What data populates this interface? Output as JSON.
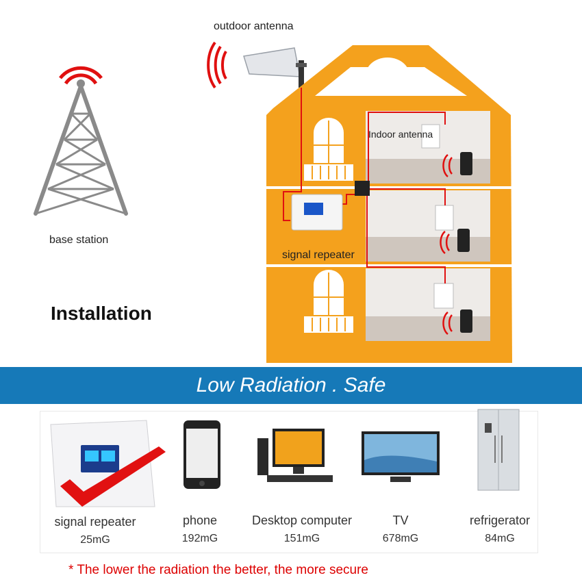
{
  "labels": {
    "outdoor_antenna": "outdoor antenna",
    "base_station": "base station",
    "installation": "Installation",
    "indoor_antenna": "Indoor antenna",
    "signal_repeater": "signal repeater"
  },
  "banner": {
    "text": "Low Radiation . Safe",
    "color": "#1679b8"
  },
  "products": [
    {
      "name": "signal repeater",
      "value": "25mG",
      "icon": "signal-repeater-icon"
    },
    {
      "name": "phone",
      "value": "192mG",
      "icon": "phone-icon"
    },
    {
      "name": "Desktop computer",
      "value": "151mG",
      "icon": "desktop-computer-icon"
    },
    {
      "name": "TV",
      "value": "678mG",
      "icon": "tv-icon"
    },
    {
      "name": "refrigerator",
      "value": "84mG",
      "icon": "refrigerator-icon"
    }
  ],
  "note": {
    "star": "*",
    "text": "The lower the radiation the better, the more secure"
  },
  "colors": {
    "house": "#f4a11d",
    "signal": "#e01010",
    "cable": "#e01010",
    "tower": "#8a8a8a"
  }
}
